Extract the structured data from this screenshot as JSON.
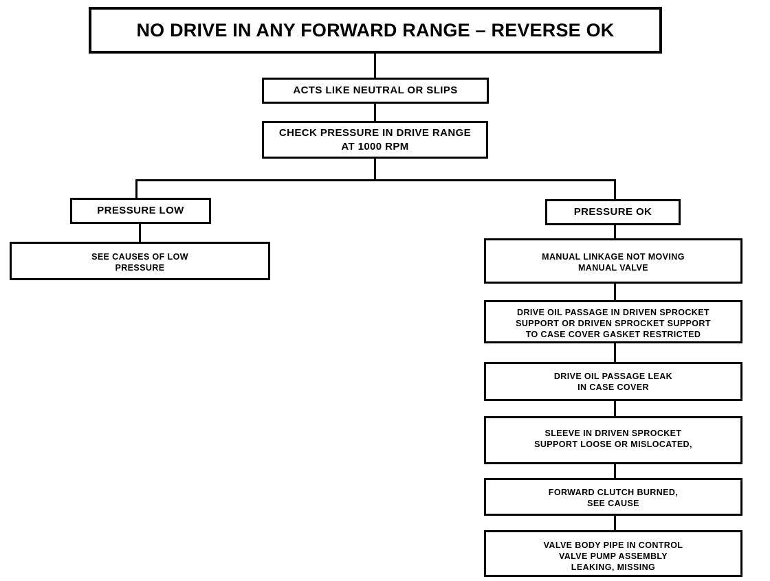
{
  "document": {
    "type": "troubleshooting-flowchart",
    "title": "NO DRIVE IN ANY FORWARD RANGE – REVERSE OK"
  },
  "spine": {
    "symptom": "ACTS LIKE NEUTRAL OR SLIPS",
    "check": "CHECK PRESSURE IN DRIVE RANGE\nAT 1000 RPM"
  },
  "branches": {
    "left": {
      "condition": "PRESSURE LOW",
      "steps": [
        "SEE CAUSES OF LOW\nPRESSURE"
      ]
    },
    "right": {
      "condition": "PRESSURE OK",
      "steps": [
        "MANUAL LINKAGE NOT MOVING\nMANUAL VALVE",
        "DRIVE OIL PASSAGE IN DRIVEN SPROCKET\nSUPPORT OR DRIVEN SPROCKET SUPPORT\nTO CASE COVER GASKET RESTRICTED",
        "DRIVE OIL PASSAGE LEAK\nIN CASE COVER",
        "SLEEVE IN DRIVEN SPROCKET\nSUPPORT LOOSE OR MISLOCATED,",
        "FORWARD CLUTCH BURNED,\nSEE CAUSE",
        "VALVE BODY PIPE IN CONTROL\nVALVE PUMP ASSEMBLY\nLEAKING, MISSING"
      ]
    }
  },
  "style": {
    "ink": "#000000",
    "paper": "#ffffff"
  }
}
